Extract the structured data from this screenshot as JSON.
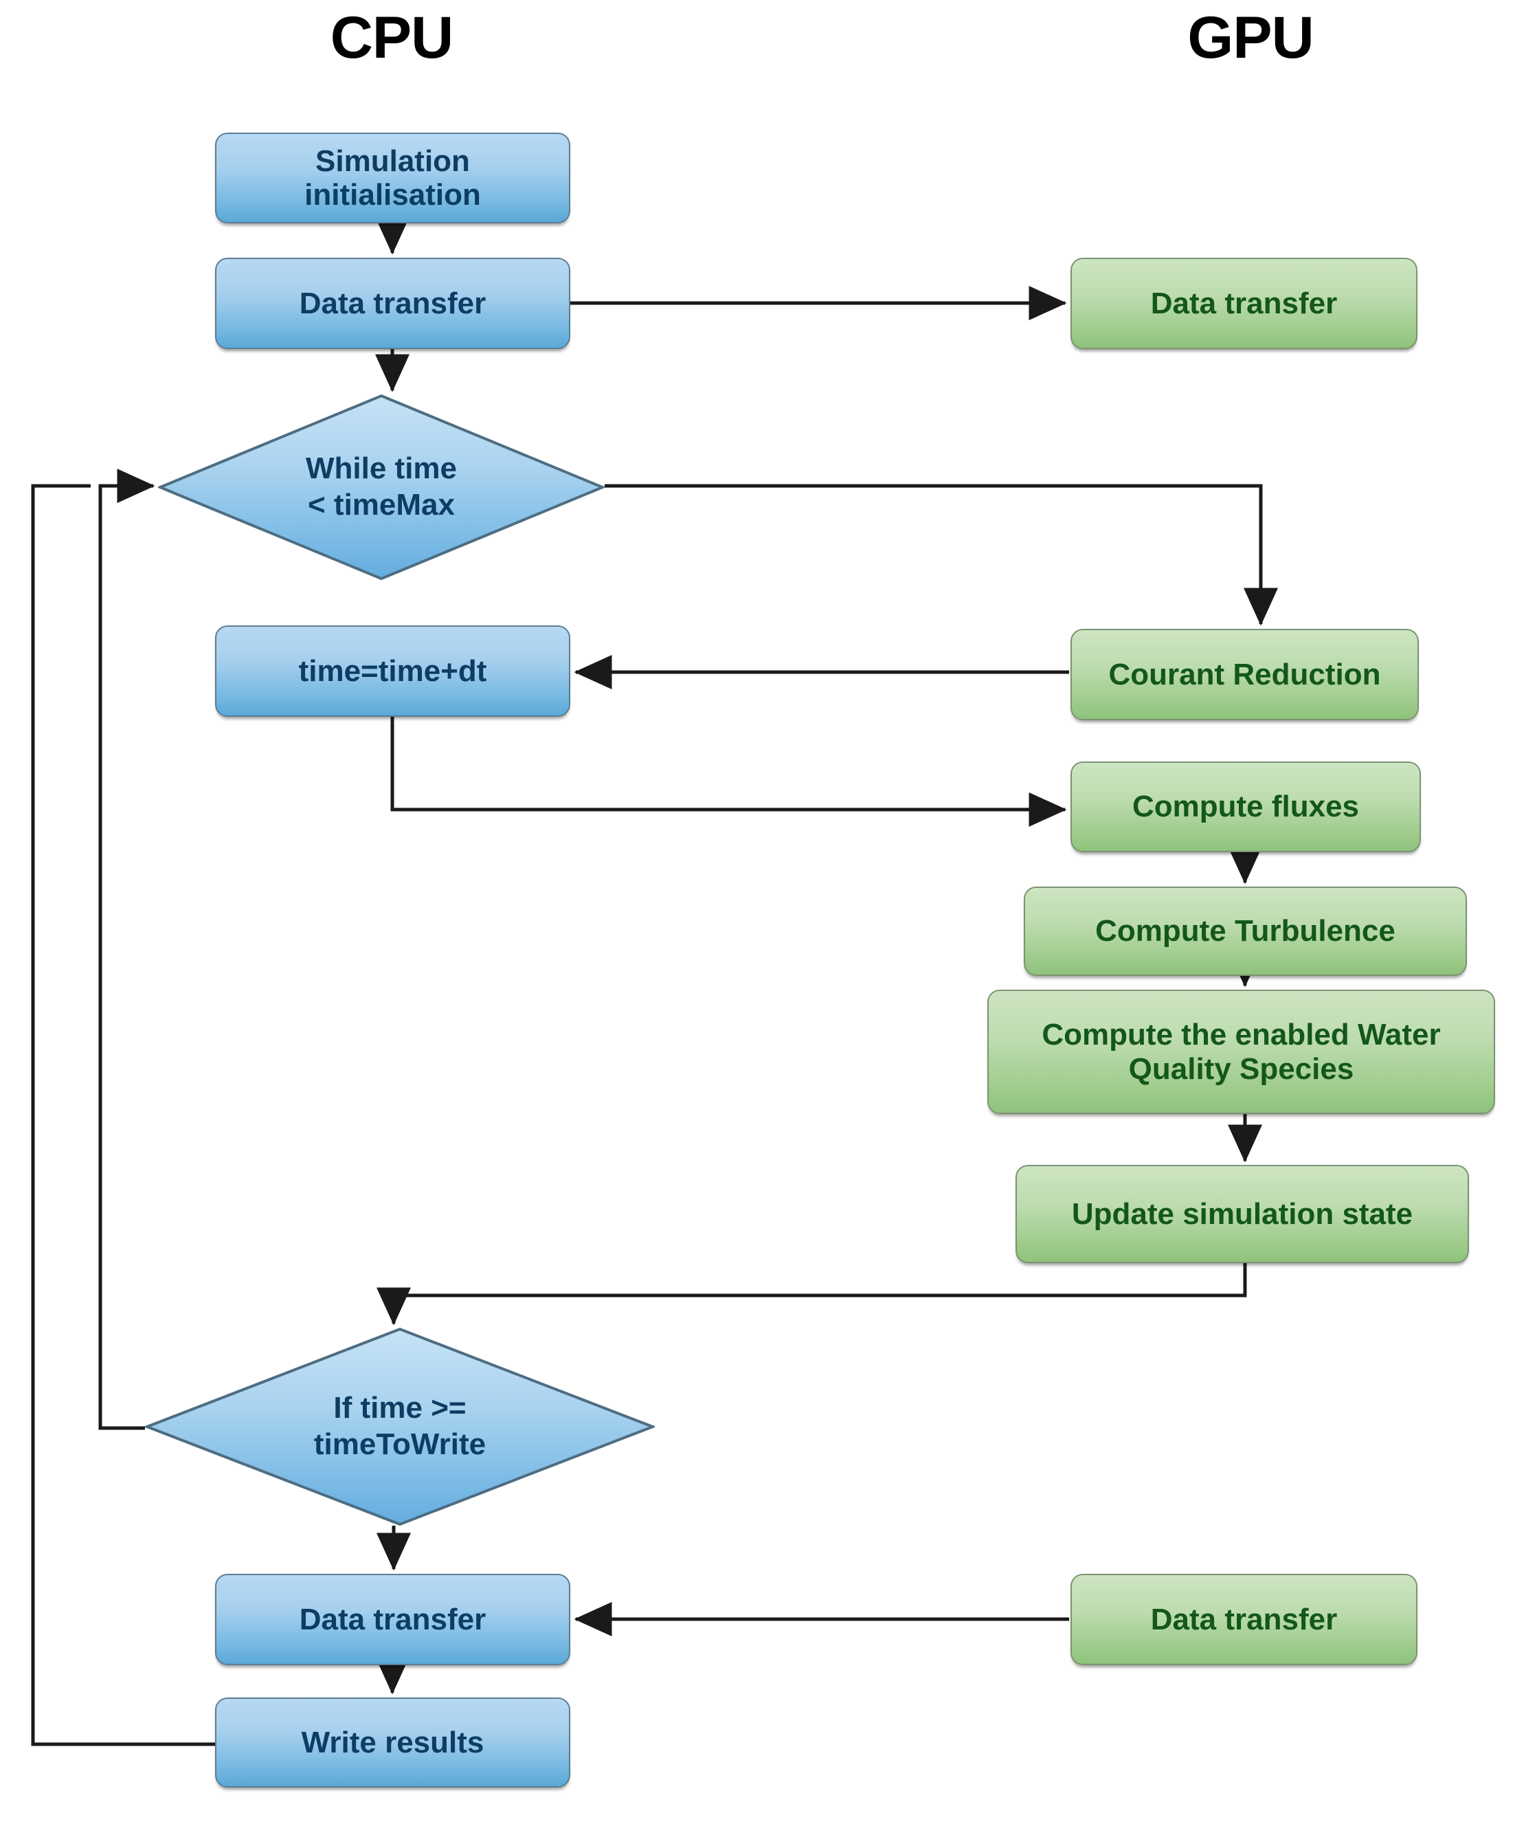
{
  "diagram": {
    "title_left": "CPU",
    "title_right": "GPU",
    "colors": {
      "cpu_fill_top": "#b7d9f2",
      "cpu_fill_bottom": "#5aa9d8",
      "cpu_text": "#0d3d62",
      "cpu_border": "#5c7d95",
      "gpu_fill_top": "#cde5c2",
      "gpu_fill_bottom": "#8fc37c",
      "gpu_text": "#13571a",
      "gpu_border": "#7c9471",
      "edge": "#1a1a1a",
      "background": "#ffffff"
    },
    "cpu_nodes": [
      {
        "id": "sim-init",
        "label": "Simulation\ninitialisation",
        "shape": "rounded-rect"
      },
      {
        "id": "cpu-data-xfer-1",
        "label": "Data transfer",
        "shape": "rounded-rect"
      },
      {
        "id": "while-time",
        "label": "While time\n< timeMax",
        "shape": "diamond"
      },
      {
        "id": "time-advance",
        "label": "time=time+dt",
        "shape": "rounded-rect"
      },
      {
        "id": "if-time-write",
        "label": "If time >=\ntimeToWrite",
        "shape": "diamond"
      },
      {
        "id": "cpu-data-xfer-2",
        "label": "Data transfer",
        "shape": "rounded-rect"
      },
      {
        "id": "write-results",
        "label": "Write results",
        "shape": "rounded-rect"
      }
    ],
    "gpu_nodes": [
      {
        "id": "gpu-data-xfer-1",
        "label": "Data transfer",
        "shape": "rounded-rect"
      },
      {
        "id": "courant",
        "label": "Courant Reduction",
        "shape": "rounded-rect"
      },
      {
        "id": "fluxes",
        "label": "Compute fluxes",
        "shape": "rounded-rect"
      },
      {
        "id": "turbulence",
        "label": "Compute Turbulence",
        "shape": "rounded-rect"
      },
      {
        "id": "water-quality",
        "label": "Compute the enabled Water\nQuality Species",
        "shape": "rounded-rect"
      },
      {
        "id": "update-state",
        "label": "Update simulation state",
        "shape": "rounded-rect"
      },
      {
        "id": "gpu-data-xfer-2",
        "label": "Data transfer",
        "shape": "rounded-rect"
      }
    ],
    "edges": [
      {
        "from": "sim-init",
        "to": "cpu-data-xfer-1",
        "arrow": true
      },
      {
        "from": "cpu-data-xfer-1",
        "to": "gpu-data-xfer-1",
        "arrow": true
      },
      {
        "from": "cpu-data-xfer-1",
        "to": "while-time",
        "arrow": true
      },
      {
        "from": "while-time",
        "to": "courant",
        "arrow": true
      },
      {
        "from": "courant",
        "to": "time-advance",
        "arrow": true
      },
      {
        "from": "time-advance",
        "to": "fluxes",
        "arrow": true
      },
      {
        "from": "fluxes",
        "to": "turbulence",
        "arrow": true
      },
      {
        "from": "turbulence",
        "to": "water-quality",
        "arrow": true
      },
      {
        "from": "water-quality",
        "to": "update-state",
        "arrow": true
      },
      {
        "from": "update-state",
        "to": "if-time-write",
        "arrow": true
      },
      {
        "from": "if-time-write",
        "to": "while-time",
        "arrow": true
      },
      {
        "from": "if-time-write",
        "to": "cpu-data-xfer-2",
        "arrow": true
      },
      {
        "from": "gpu-data-xfer-2",
        "to": "cpu-data-xfer-2",
        "arrow": true
      },
      {
        "from": "cpu-data-xfer-2",
        "to": "write-results",
        "arrow": true
      },
      {
        "from": "write-results",
        "to": "while-time",
        "arrow": true
      }
    ]
  }
}
